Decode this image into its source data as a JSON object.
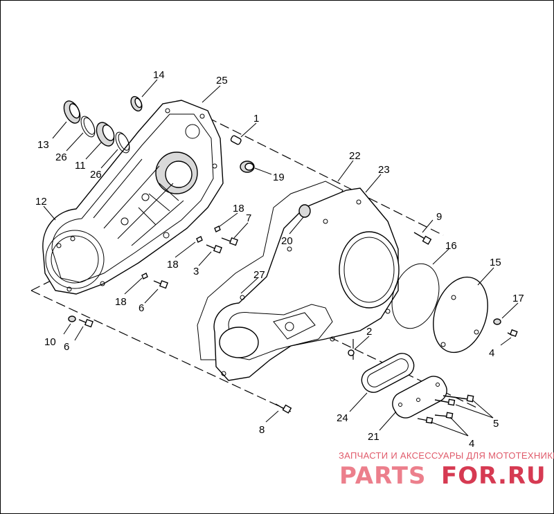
{
  "diagram": {
    "callouts": {
      "c1": "1",
      "c2": "2",
      "c3": "3",
      "c4a": "4",
      "c4b": "4",
      "c5": "5",
      "c6a": "6",
      "c6b": "6",
      "c7": "7",
      "c8": "8",
      "c9": "9",
      "c10": "10",
      "c11": "11",
      "c12": "12",
      "c13": "13",
      "c14": "14",
      "c15": "15",
      "c16": "16",
      "c17": "17",
      "c18a": "18",
      "c18b": "18",
      "c18c": "18",
      "c19": "19",
      "c20": "20",
      "c21": "21",
      "c22": "22",
      "c23": "23",
      "c24": "24",
      "c25": "25",
      "c26a": "26",
      "c26b": "26",
      "c27": "27"
    }
  },
  "watermark": {
    "tagline": "ЗАПЧАСТИ И АКСЕССУАРЫ ДЛЯ МОТОТЕХНИКИ",
    "logo_left": "PARTS",
    "logo_right": "FOR.RU"
  }
}
